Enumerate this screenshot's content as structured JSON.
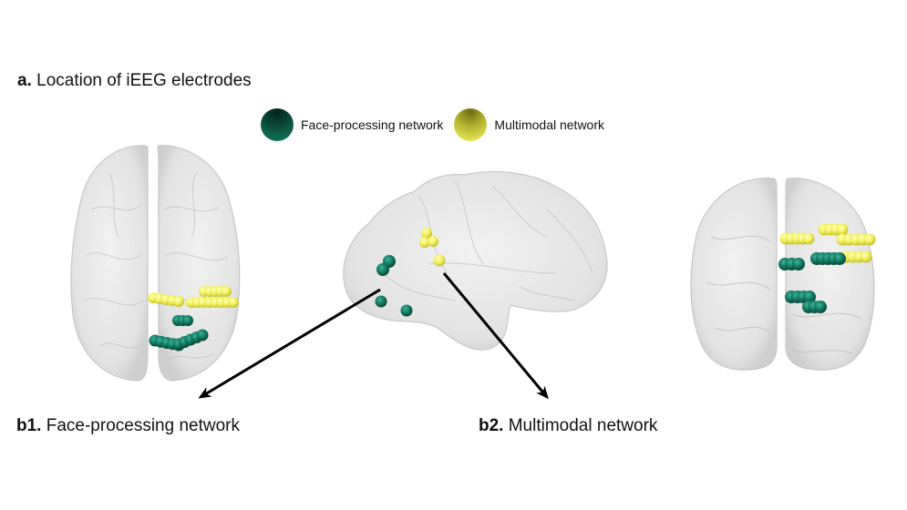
{
  "panel_a": {
    "prefix": "a.",
    "title": "Location of iEEG electrodes"
  },
  "legend": {
    "items": [
      {
        "label": "Face-processing network",
        "color": "#137e66",
        "icon": "teal-sphere"
      },
      {
        "label": "Multimodal network",
        "color": "#f2ef5a",
        "icon": "yellow-sphere"
      }
    ]
  },
  "panel_b1": {
    "prefix": "b1.",
    "title": "Face-processing network"
  },
  "panel_b2": {
    "prefix": "b2.",
    "title": "Multimodal network"
  },
  "views": [
    {
      "name": "axial-top-view"
    },
    {
      "name": "sagittal-lateral-view"
    },
    {
      "name": "coronal-posterior-view"
    }
  ],
  "colors": {
    "face_network": "#137e66",
    "face_network_dark": "#0a4a38",
    "multimodal_network": "#f2ef5a",
    "multimodal_network_dark": "#c9c63a",
    "brain_surface": "#e6e6e6",
    "arrow": "#000000"
  }
}
